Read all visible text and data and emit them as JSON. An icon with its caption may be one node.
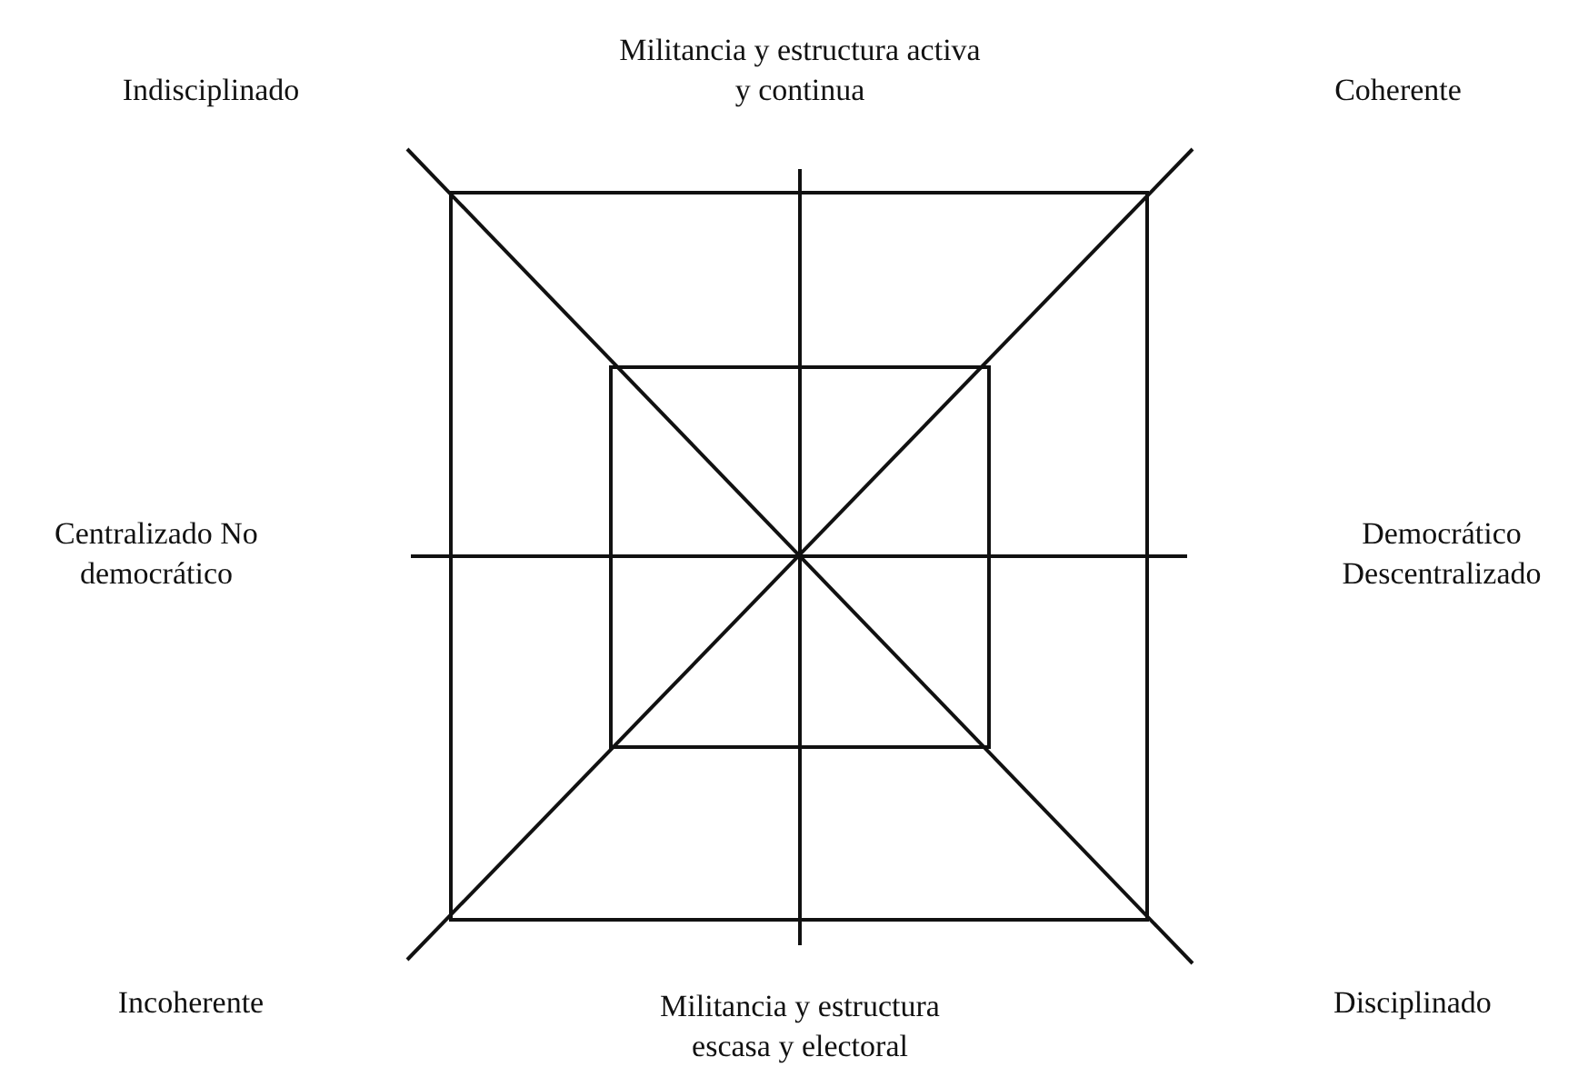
{
  "diagram": {
    "labels": [
      "Indisciplinado",
      "Militancia y estructura activa y continua",
      "Coherente",
      "Centralizado No democrático",
      "Democrático Descentralizado",
      "Incoherente",
      "Militancia y estructura escasa y electoral",
      "Disciplinado"
    ]
  }
}
